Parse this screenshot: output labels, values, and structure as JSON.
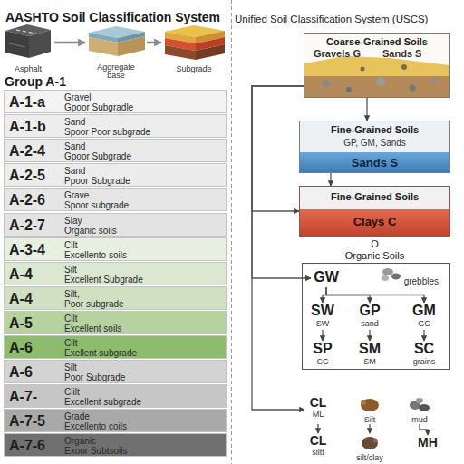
{
  "diagram": {
    "title": "AASHTO Soil Classification System",
    "nodes": [
      {
        "text": [
          "Asphalt"
        ]
      },
      {
        "text": [
          "Aggregate base"
        ]
      },
      {
        "text": [
          "Subgrade"
        ]
      },
      {
        "text": [
          "A-1-a",
          "Gravel",
          "Gpoor Subgradle"
        ]
      },
      {
        "text": [
          "A-1-b",
          "Sand",
          "Spoor Poor subgrade"
        ]
      },
      {
        "text": [
          "A-2-4",
          "Sand",
          "Gpoor Subgrade"
        ]
      },
      {
        "text": [
          "A-2-5",
          "Sand",
          "Ppoor Subgrade"
        ]
      },
      {
        "text": [
          "A-2-6",
          "Grave",
          "Spoor subgrade"
        ]
      },
      {
        "text": [
          "A-2-7",
          "Slay",
          "Organic soils"
        ]
      },
      {
        "text": [
          "A-3-4",
          "Cilt",
          "Excellento soils"
        ]
      },
      {
        "text": [
          "A-4",
          "Silt",
          "Excellent Subgrade"
        ]
      },
      {
        "text": [
          "A-4",
          "Silt,",
          "Poor subgrade"
        ]
      },
      {
        "text": [
          "A-5",
          "Cilt",
          "Excellent soils"
        ]
      },
      {
        "text": [
          "A-6",
          "Cilt",
          "Exellent subgrade"
        ]
      },
      {
        "text": [
          "A-6",
          "Silt",
          "Poor Subgrade"
        ]
      },
      {
        "text": [
          "A-7-",
          "Ciilt",
          "Excellent subgrade"
        ]
      },
      {
        "text": [
          "A-7-5",
          "Grade",
          "Excellento coils"
        ]
      },
      {
        "text": [
          "A-7-6",
          "Organic",
          "Exoor Subtsoils"
        ]
      },
      {
        "text": [
          "Coarse-Grained Soils",
          "Gravels G",
          "Sands S"
        ]
      },
      {
        "text": [
          "Fine-Grained Soils",
          "GP, GM, Sands",
          "Sands S"
        ]
      },
      {
        "text": [
          "Fine-Grained Soils",
          "Clays C"
        ]
      },
      {
        "text": [
          "GW"
        ]
      },
      {
        "text": [
          "grebbles"
        ]
      },
      {
        "text": [
          "SW",
          "SW"
        ]
      },
      {
        "text": [
          "GP",
          "sand"
        ]
      },
      {
        "text": [
          "GM",
          "GC"
        ]
      },
      {
        "text": [
          "SP",
          "CC"
        ]
      },
      {
        "text": [
          "SM",
          "SM"
        ]
      },
      {
        "text": [
          "SC",
          "grains"
        ]
      },
      {
        "text": [
          "CL",
          "ML"
        ]
      },
      {
        "text": [
          "Silt"
        ]
      },
      {
        "text": [
          "mud"
        ]
      },
      {
        "text": [
          "CL",
          "siltt"
        ]
      },
      {
        "text": [
          "silt/clay"
        ]
      },
      {
        "text": [
          "MH"
        ]
      }
    ],
    "edges": [
      {
        "from": 0,
        "to": 1,
        "arrow": "to"
      },
      {
        "from": 1,
        "to": 2,
        "arrow": "to"
      },
      {
        "from": 18,
        "to": 19,
        "arrow": "to"
      },
      {
        "from": 19,
        "to": 20,
        "arrow": "to"
      },
      {
        "from": 18,
        "to": 20,
        "arrow": "to"
      },
      {
        "from": 18,
        "to": 21,
        "arrow": "to"
      },
      {
        "from": 18,
        "to": 29,
        "arrow": "to"
      },
      {
        "from": 21,
        "to": 23,
        "arrow": "to"
      },
      {
        "from": 21,
        "to": 24,
        "arrow": "to"
      },
      {
        "from": 21,
        "to": 25,
        "arrow": "to"
      },
      {
        "from": 23,
        "to": 26,
        "arrow": "to"
      },
      {
        "from": 24,
        "to": 27,
        "arrow": "to"
      },
      {
        "from": 25,
        "to": 28,
        "arrow": "to"
      },
      {
        "from": 29,
        "to": 32,
        "arrow": "to"
      },
      {
        "from": 30,
        "to": 33,
        "arrow": "to"
      },
      {
        "from": 31,
        "to": 34,
        "arrow": "to"
      }
    ],
    "labels": [
      "Unified Soil Classification System (USCS)",
      "Group A-1",
      "O",
      "Organic Soils"
    ]
  }
}
